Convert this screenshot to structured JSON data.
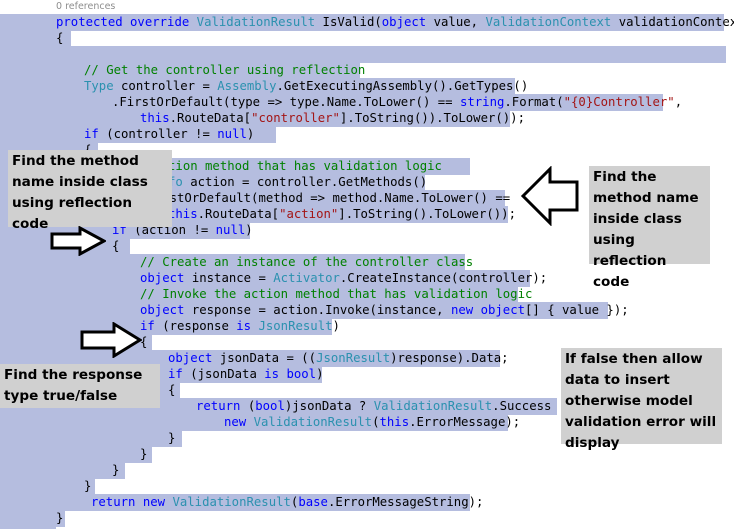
{
  "codelens": "0 references",
  "callouts": {
    "left_method": "Find the method name inside class using reflection code",
    "right_method": "Find the method name inside class using reflection code",
    "response": "Find the response type true/false",
    "validation": "If false then allow data to insert otherwise model validation error will display"
  },
  "code": {
    "l1": {
      "a": "protected override ",
      "b": "ValidationResult",
      "c": " IsValid(",
      "d": "object",
      "e": " value, ",
      "f": "ValidationContext",
      "g": " validationContext)"
    },
    "l2": {
      "a": "{"
    },
    "l4": {
      "a": "// Get the controller using reflection"
    },
    "l5": {
      "a": "Type",
      "b": " controller = ",
      "c": "Assembly",
      "d": ".GetExecutingAssembly().GetTypes()"
    },
    "l6": {
      "a": ".FirstOrDefault(type => type.Name.ToLower() == ",
      "b": "string",
      "c": ".Format(",
      "d": "\"{0}Controller\"",
      "e": ","
    },
    "l7": {
      "a": "this",
      "b": ".RouteData[",
      "c": "\"controller\"",
      "d": "].ToString()).ToLower());"
    },
    "l8": {
      "a": "if",
      "b": " (controller != ",
      "c": "null",
      "d": ")"
    },
    "l9": {
      "a": "{"
    },
    "l10": {
      "a": "he action method that has validation logic"
    },
    "l11": {
      "a": "hodInfo",
      "b": " action = controller.GetMethods()"
    },
    "l12": {
      "a": ".FirstOrDefault(method => method.Name.ToLower() =="
    },
    "l13": {
      "a": "this",
      "b": ".RouteData[",
      "c": "\"action\"",
      "d": "].ToString().ToLower());"
    },
    "l14": {
      "a": "if",
      "b": " (action != ",
      "c": "null",
      "d": ")"
    },
    "l15": {
      "a": "{"
    },
    "l16": {
      "a": "// Create an instance of the controller class"
    },
    "l17": {
      "a": "object",
      "b": " instance = ",
      "c": "Activator",
      "d": ".CreateInstance(controller);"
    },
    "l18": {
      "a": "// Invoke the action method that has validation logic"
    },
    "l19": {
      "a": "object",
      "b": " response = action.Invoke(instance, ",
      "c": "new",
      "d": " ",
      "e": "object",
      "f": "[] { value });"
    },
    "l20": {
      "a": "if",
      "b": " (response ",
      "c": "is",
      "d": " ",
      "e": "JsonResult",
      "f": ")"
    },
    "l21": {
      "a": "{"
    },
    "l22": {
      "a": "object",
      "b": " jsonData = ((",
      "c": "JsonResult",
      "d": ")response).Data;"
    },
    "l23": {
      "a": "if",
      "b": " (jsonData ",
      "c": "is",
      "d": " ",
      "e": "bool",
      "f": ")"
    },
    "l24": {
      "a": "{"
    },
    "l25": {
      "a": "return",
      "b": " (",
      "c": "bool",
      "d": ")jsonData ? ",
      "e": "ValidationResult",
      "f": ".Success :"
    },
    "l26": {
      "a": "new",
      "b": " ",
      "c": "ValidationResult",
      "d": "(",
      "e": "this",
      "f": ".ErrorMessage);"
    },
    "l27": {
      "a": "}"
    },
    "l28": {
      "a": "}"
    },
    "l29": {
      "a": "}"
    },
    "l30": {
      "a": "}"
    },
    "l31": {
      "a": "return",
      "b": " ",
      "c": "new",
      "d": " ",
      "e": "ValidationResult",
      "f": "(",
      "g": "base",
      "h": ".ErrorMessageString);"
    },
    "l32": {
      "a": "}"
    }
  },
  "colors": {
    "selection": "#b5bddf",
    "keyword": "#0000ff",
    "type": "#2b91af",
    "comment": "#008000",
    "string": "#a31515",
    "callout_bg": "#d0d0d0"
  }
}
